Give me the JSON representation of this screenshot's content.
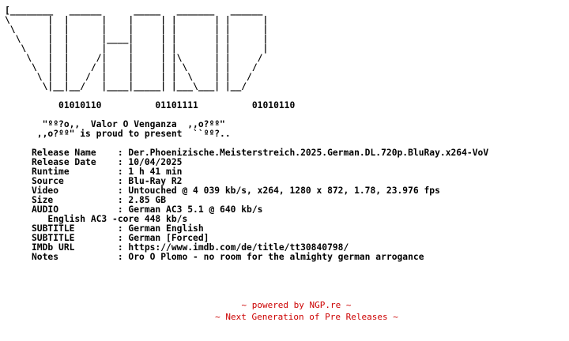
{
  "nfo_text": "[________   ______      _____   _______   ______\n\\       |  |      |    |     | |       | |      |\n \\      |  |      |    |     | |       | |      |\n  \\     |  |      |____|     | |       | |      |\n   \\    |  |      |    |     | |       | |      |\n    \\   |  |     /|    |     | |\\      | |     /\n     \\  |  |    / |    |     | | \\     | |    /\n      \\ |  |   /  |    |     | |  \\    | |   /\n       \\|__|__/   |____|_____| |___\\___| |__/\n\n          01010110          01101111          01010110\n\n       \"ºº?o,,  Valor O Venganza  ,,o?ºº\"\n      ,,o?ºº\" is proud to present  ``ºº?..\n\n     Release Name    : Der.Phoenizische.Meisterstreich.2025.German.DL.720p.BluRay.x264-VoV\n     Release Date    : 10/04/2025\n     Runtime         : 1 h 41 min\n     Source          : Blu-Ray R2\n     Video           : Untouched @ 4 039 kb/s, x264, 1280 x 872, 1.78, 23.976 fps\n     Size            : 2.85 GB\n     AUDIO           : German AC3 5.1 @ 640 kb/s\n        English AC3 -core 448 kb/s\n     SUBTITLE        : German English\n     SUBTITLE        : German [Forced]\n     IMDb URL        : https://www.imdb.com/de/title/tt30840798/\n     Notes           : Oro O Plomo - no room for the almighty german arrogance",
  "footer": {
    "line1": "~ powered by NGP.re ~",
    "line2": "~ Next Generation of Pre Releases ~"
  },
  "colors": {
    "text": "#000000",
    "footer": "#cc0000",
    "background": "#ffffff"
  }
}
